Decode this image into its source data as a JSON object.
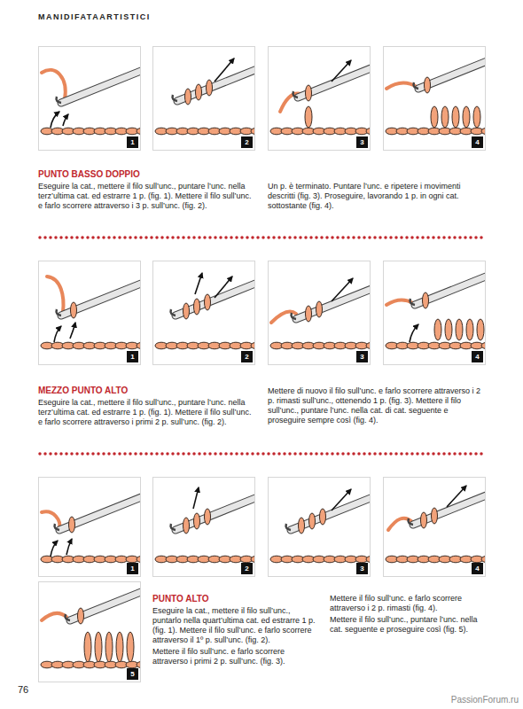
{
  "diagram": {
    "nodes": [
      {
        "text": [
          "1"
        ]
      },
      {
        "text": [
          "2"
        ]
      },
      {
        "text": [
          "3"
        ]
      },
      {
        "text": [
          "4"
        ]
      },
      {
        "text": [
          "1"
        ]
      },
      {
        "text": [
          "2"
        ]
      },
      {
        "text": [
          "3"
        ]
      },
      {
        "text": [
          "4"
        ]
      },
      {
        "text": [
          "1"
        ]
      },
      {
        "text": [
          "2"
        ]
      },
      {
        "text": [
          "3"
        ]
      },
      {
        "text": [
          "4"
        ]
      },
      {
        "text": [
          "5"
        ]
      }
    ],
    "labels": [
      "MANIDIFATAARTISTICI",
      "PUNTO BASSO DOPPIO",
      "Eseguire la cat., mettere il filo sull’unc., puntare l’unc. nella terz’ultima cat. ed estrarre 1 p. (fig. 1). Mettere il filo sull’unc. e farlo scorrere attraverso i 3 p. sull’unc. (fig. 2).",
      "Un p. è terminato. Puntare l’unc. e ripetere i movimenti descritti (fig. 3). Proseguire, lavorando 1 p. in ogni cat. sottostante (fig. 4).",
      "MEZZO PUNTO ALTO",
      "Eseguire la cat., mettere il filo sull’unc., puntare l’unc. nella terz’ultima cat. ed estrarre 1 p. (fig. 1). Mettere il filo sull’unc. e farlo scorrere attraverso i primi 2 p. sull’unc. (fig. 2).",
      "Mettere di nuovo il filo sull’unc. e farlo scorrere attraverso i 2 p. rimasti sull’unc., ottenendo 1 p. (fig. 3). Mettere il filo sull’unc., puntare l’unc. nella cat. di cat. seguente e proseguire sempre così (fig. 4).",
      "PUNTO ALTO",
      "Eseguire la cat., mettere il filo sull’unc., puntarlo nella quart’ultima cat. ed estrarre 1 p. (fig. 1). Mettere il filo sull’unc. e farlo scorrere attraverso il 1º p. sull’unc. (fig. 2).",
      "Mettere il filo sull’unc. e farlo scorrere attraverso i primi 2 p. sull’unc. (fig. 3).",
      "Mettere il filo sull’unc. e farlo scorrere attraverso i 2 p. rimasti (fig. 4).",
      "Mettere il filo sull’unc., puntare l’unc. nella cat. seguente e proseguire così (fig. 5).",
      "76",
      "PassionForum.ru"
    ]
  }
}
